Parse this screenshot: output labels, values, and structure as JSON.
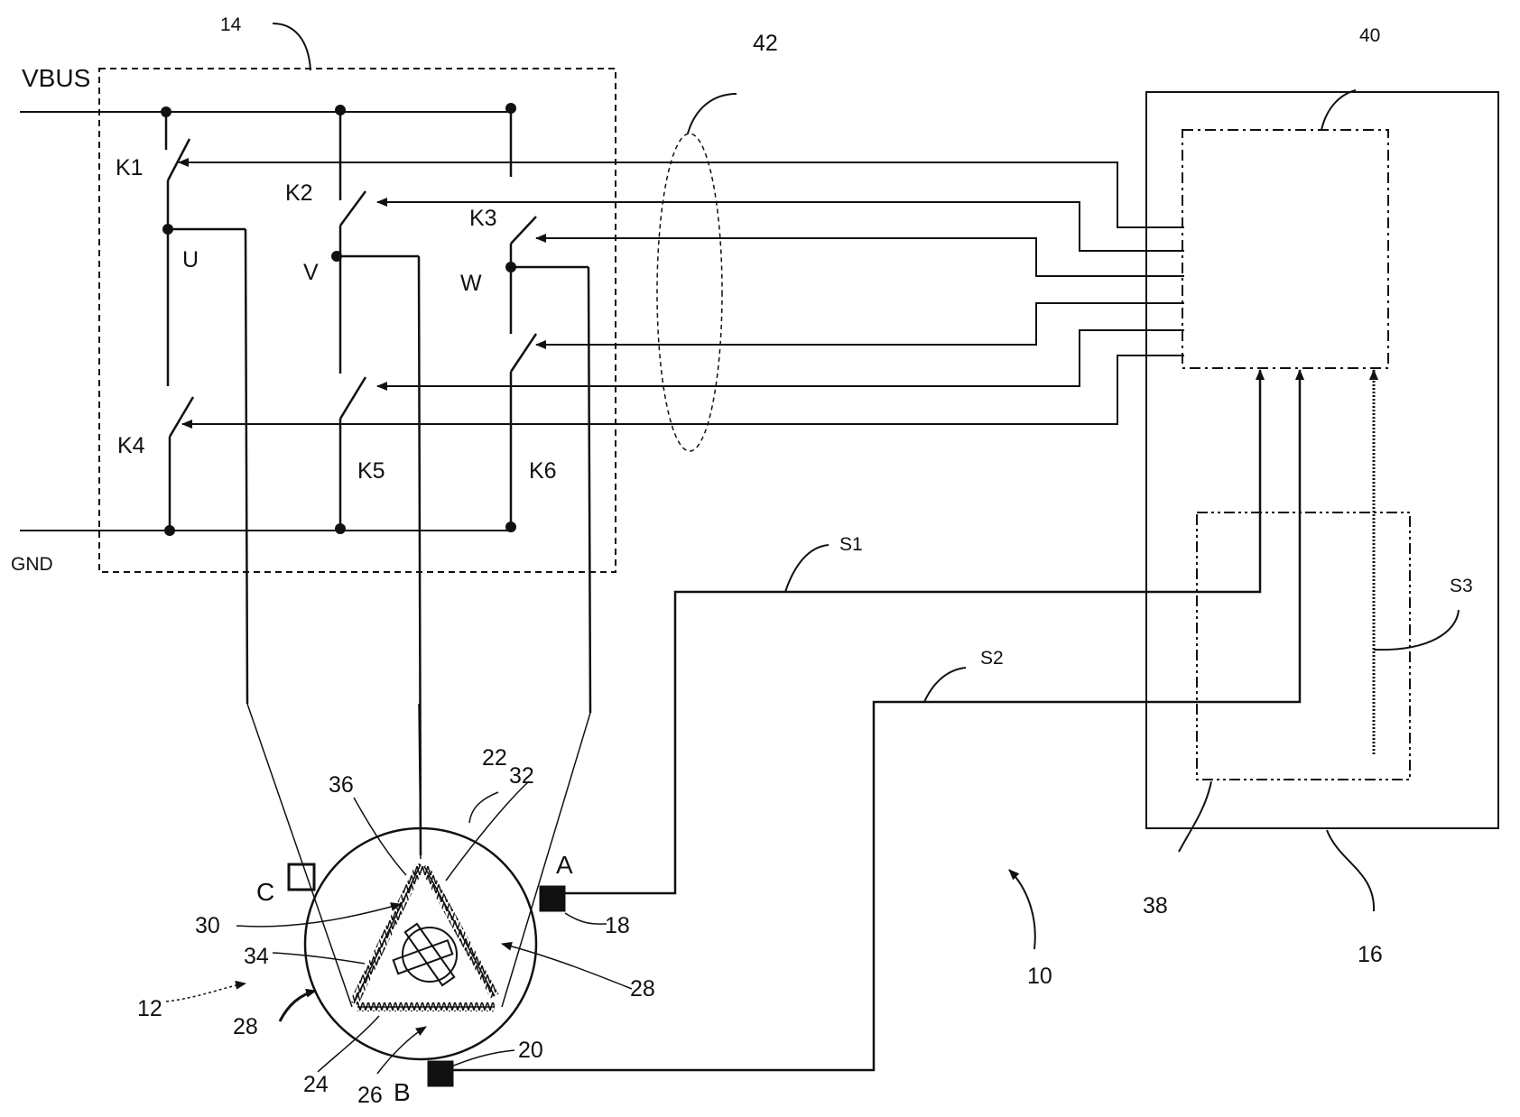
{
  "colors": {
    "ink": "#111111",
    "background": "#ffffff"
  },
  "labels": {
    "vbus": "VBUS",
    "gnd": "GND",
    "k1": "K1",
    "k2": "K2",
    "k3": "K3",
    "k4": "K4",
    "k5": "K5",
    "k6": "K6",
    "u": "U",
    "v": "V",
    "w": "W",
    "ref_14": "14",
    "ref_42": "42",
    "ref_40": "40",
    "s1": "S1",
    "s2": "S2",
    "s3": "S3",
    "ref_38": "38",
    "ref_16": "16",
    "ref_10": "10",
    "ref_12": "12",
    "ref_22": "22",
    "ref_32": "32",
    "ref_36": "36",
    "ref_30": "30",
    "ref_34": "34",
    "ref_28a": "28",
    "ref_28b": "28",
    "ref_24": "24",
    "ref_26": "26",
    "ref_18": "18",
    "ref_20": "20",
    "sensor_a": "A",
    "sensor_b": "B",
    "sensor_c": "C"
  }
}
